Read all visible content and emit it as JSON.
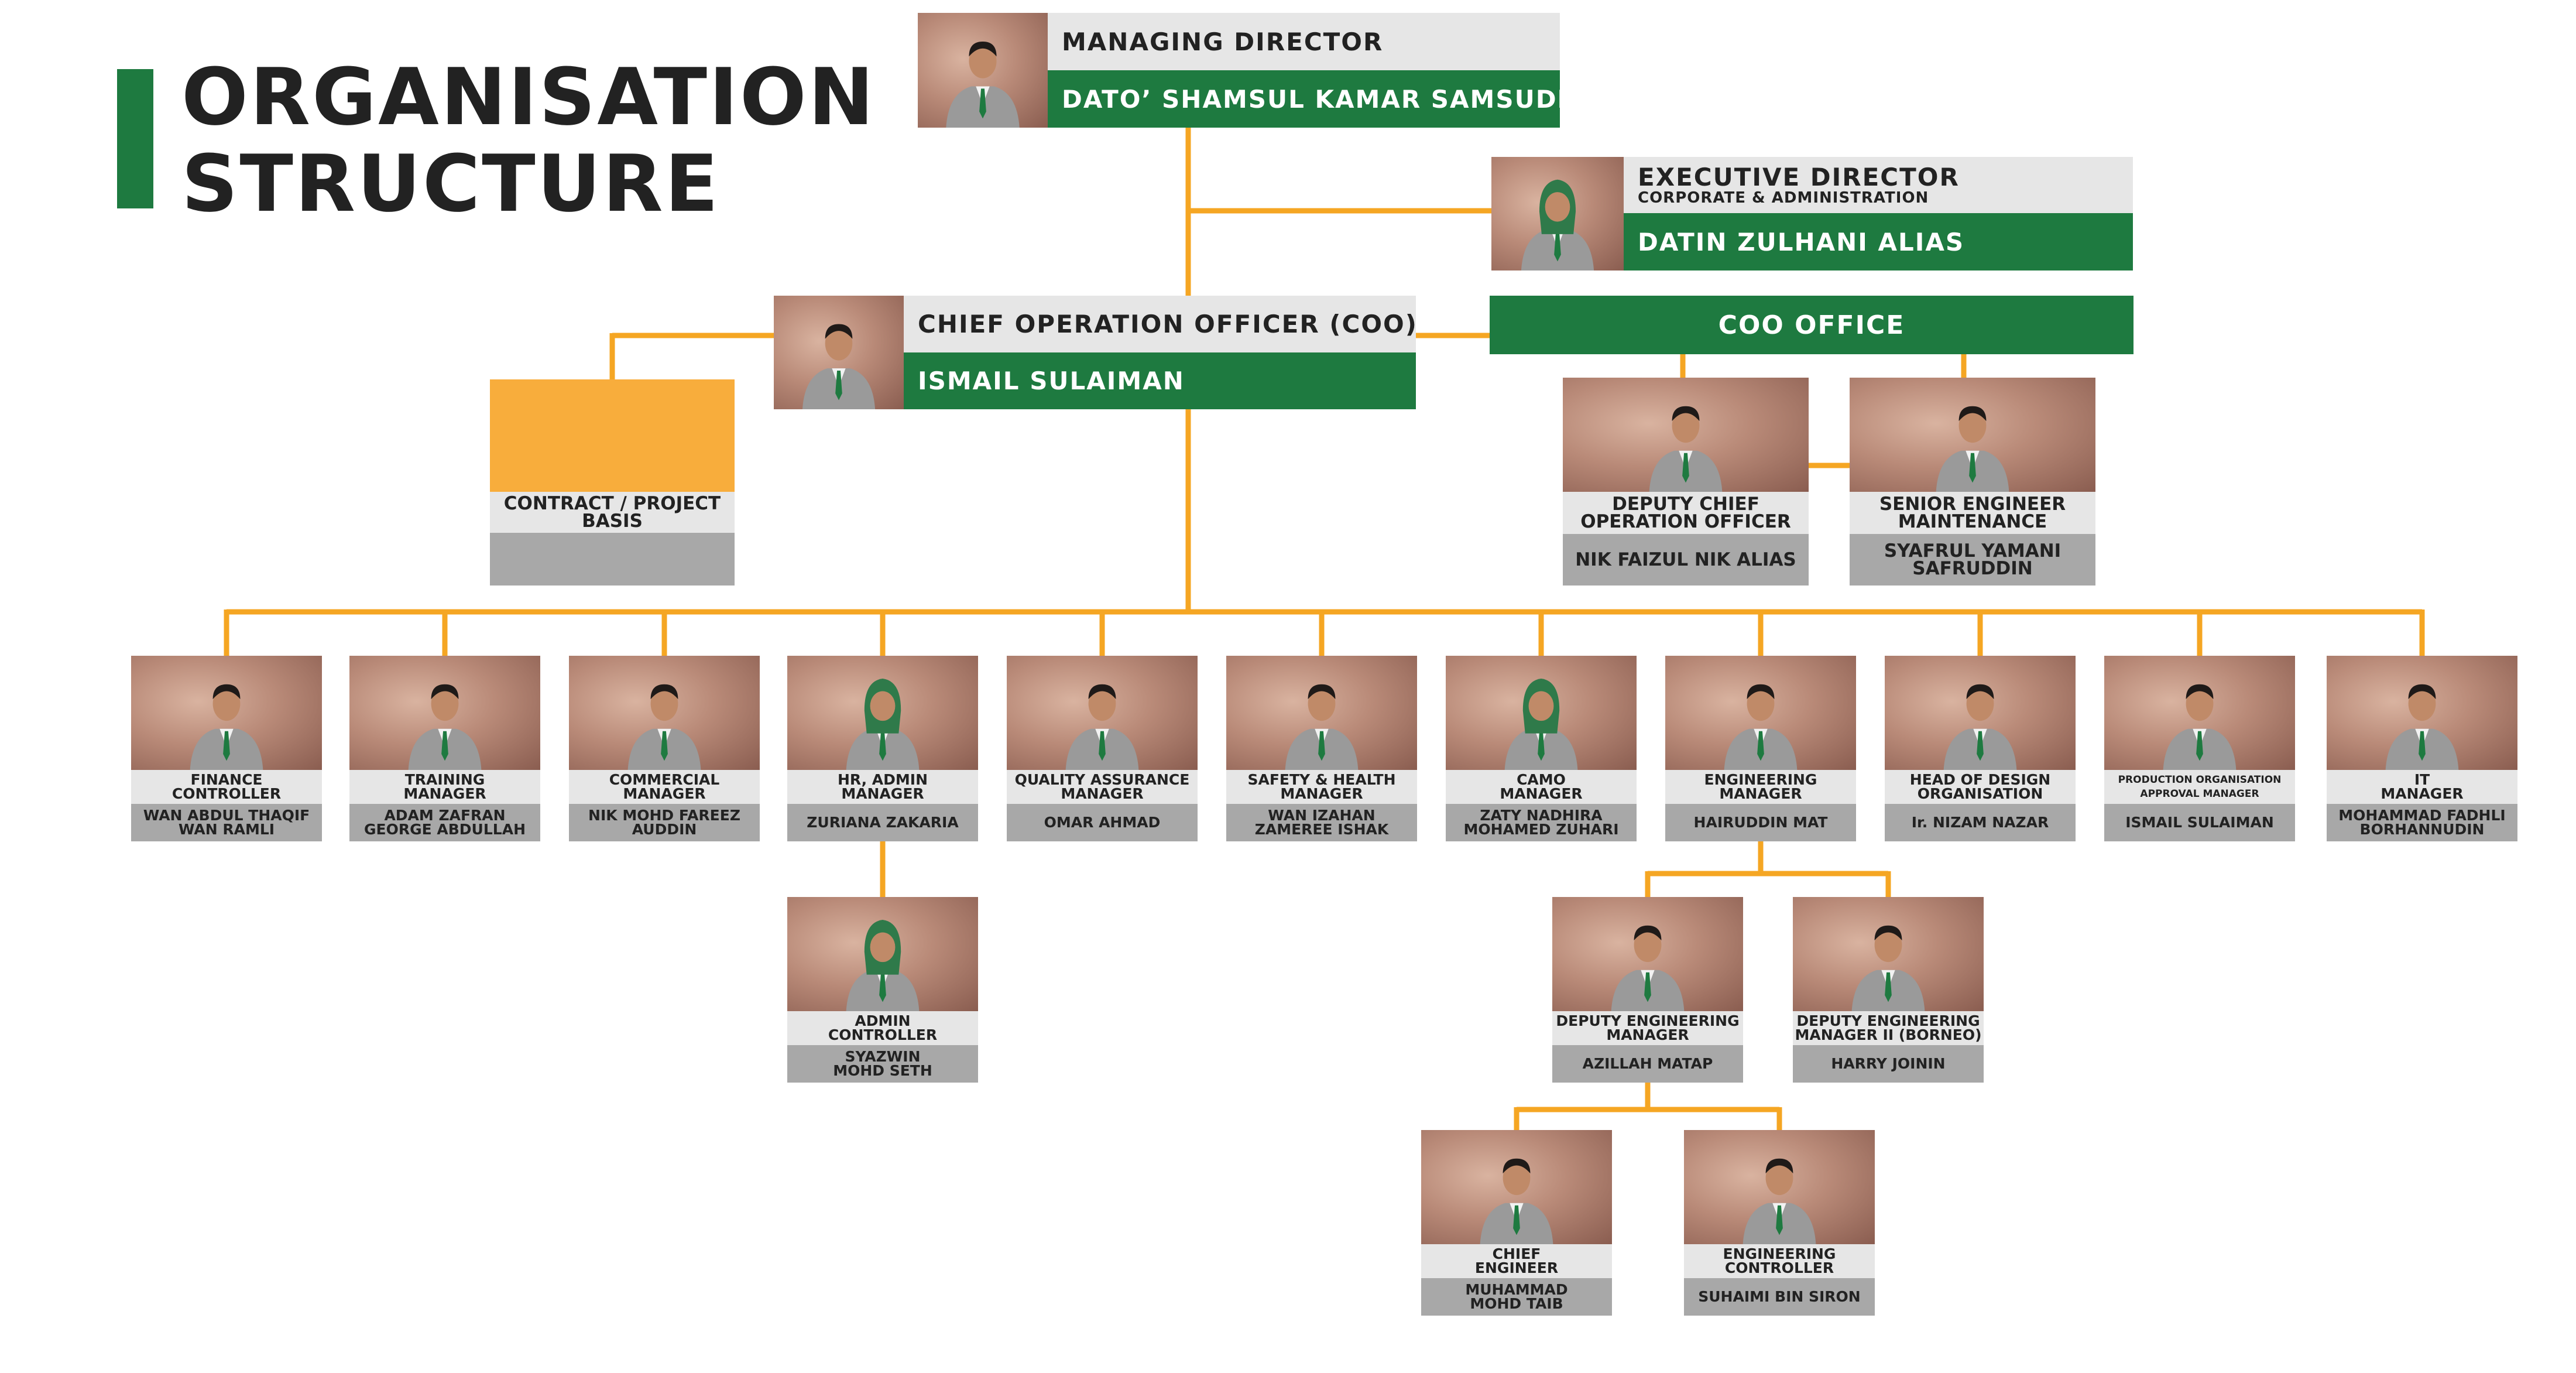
{
  "title": {
    "line1": "ORGANISATION",
    "line2": "STRUCTURE"
  },
  "colors": {
    "green": "#1e7a40",
    "orange": "#f5a623",
    "gray": "#a8a8a8",
    "light": "#e6e6e6"
  },
  "md": {
    "role": "MANAGING DIRECTOR",
    "name": "DATO’ SHAMSUL KAMAR SAMSUDIN"
  },
  "ed": {
    "role": "EXECUTIVE DIRECTOR",
    "subrole": "CORPORATE & ADMINISTRATION",
    "name": "DATIN ZULHANI ALIAS"
  },
  "coo": {
    "role": "CHIEF OPERATION OFFICER (COO)",
    "name": "ISMAIL SULAIMAN"
  },
  "coo_office": {
    "label": "COO OFFICE"
  },
  "contract": {
    "label_l1": "CONTRACT / PROJECT",
    "label_l2": "BASIS"
  },
  "deputy_coo": {
    "role_l1": "DEPUTY CHIEF",
    "role_l2": "OPERATION OFFICER",
    "name": "NIK FAIZUL NIK ALIAS"
  },
  "senior_eng": {
    "role_l1": "SENIOR ENGINEER",
    "role_l2": "MAINTENANCE",
    "name_l1": "SYAFRUL YAMANI",
    "name_l2": "SAFRUDDIN"
  },
  "managers": [
    {
      "role": [
        "FINANCE",
        "CONTROLLER"
      ],
      "name": [
        "WAN ABDUL THAQIF",
        "WAN RAMLI"
      ],
      "hijab": false
    },
    {
      "role": [
        "TRAINING",
        "MANAGER"
      ],
      "name": [
        "ADAM ZAFRAN",
        "GEORGE ABDULLAH"
      ],
      "hijab": false
    },
    {
      "role": [
        "COMMERCIAL",
        "MANAGER"
      ],
      "name": [
        "NIK MOHD FAREEZ",
        "AUDDIN"
      ],
      "hijab": false
    },
    {
      "role": [
        "HR, ADMIN",
        "MANAGER"
      ],
      "name": [
        "ZURIANA ZAKARIA"
      ],
      "hijab": true
    },
    {
      "role": [
        "QUALITY ASSURANCE",
        "MANAGER"
      ],
      "name": [
        "OMAR AHMAD"
      ],
      "hijab": false
    },
    {
      "role": [
        "SAFETY & HEALTH",
        "MANAGER"
      ],
      "name": [
        "WAN IZAHAN",
        "ZAMEREE ISHAK"
      ],
      "hijab": false
    },
    {
      "role": [
        "CAMO",
        "MANAGER"
      ],
      "name": [
        "ZATY NADHIRA",
        "MOHAMED ZUHARI"
      ],
      "hijab": true
    },
    {
      "role": [
        "ENGINEERING",
        "MANAGER"
      ],
      "name": [
        "HAIRUDDIN MAT"
      ],
      "hijab": false
    },
    {
      "role": [
        "HEAD OF DESIGN",
        "ORGANISATION"
      ],
      "name": [
        "Ir. NIZAM NAZAR"
      ],
      "hijab": false
    },
    {
      "role": [
        "PRODUCTION ORGANISATION",
        "APPROVAL MANAGER"
      ],
      "name": [
        "ISMAIL SULAIMAN"
      ],
      "hijab": false,
      "tiny": true
    },
    {
      "role": [
        "IT",
        "MANAGER"
      ],
      "name": [
        "MOHAMMAD FADHLI",
        "BORHANNUDIN"
      ],
      "hijab": false
    }
  ],
  "admin_controller": {
    "role": [
      "ADMIN",
      "CONTROLLER"
    ],
    "name": [
      "SYAZWIN",
      "MOHD SETH"
    ]
  },
  "deputy_eng": {
    "role": [
      "DEPUTY ENGINEERING",
      "MANAGER"
    ],
    "name": [
      "AZILLAH MATAP"
    ]
  },
  "deputy_eng2": {
    "role": [
      "DEPUTY ENGINEERING",
      "MANAGER II (BORNEO)"
    ],
    "name": [
      "HARRY JOININ"
    ]
  },
  "chief_eng": {
    "role": [
      "CHIEF",
      "ENGINEER"
    ],
    "name": [
      "MUHAMMAD",
      "MOHD TAIB"
    ]
  },
  "eng_controller": {
    "role": [
      "ENGINEERING",
      "CONTROLLER"
    ],
    "name": [
      "SUHAIMI BIN SIRON"
    ]
  }
}
